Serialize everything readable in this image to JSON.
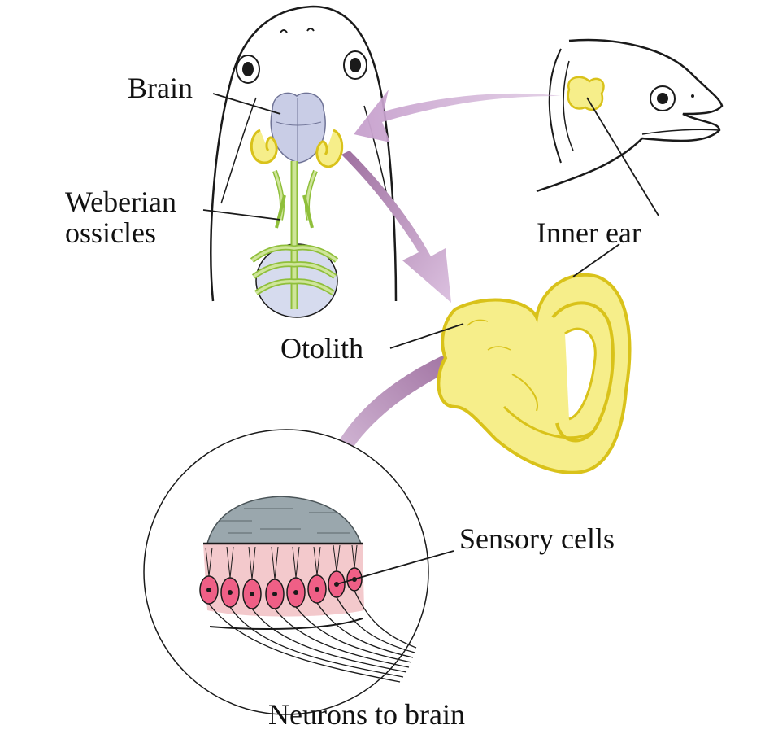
{
  "labels": {
    "brain": "Brain",
    "weberian_line1": "Weberian",
    "weberian_line2": "ossicles",
    "inner_ear": "Inner ear",
    "otolith": "Otolith",
    "sensory_cells": "Sensory cells",
    "neurons": "Neurons to brain"
  },
  "colors": {
    "outline": "#1a1a1a",
    "arrow": "#b58fbc",
    "inner_ear_fill": "#f6ee8a",
    "inner_ear_stroke": "#d9c21a",
    "brain_fill": "#c9cde6",
    "ossicle_fill": "#cfe59a",
    "ossicle_stroke": "#8fbf3a",
    "membrane_fill": "#9aa7ad",
    "cell_layer_fill": "#f3c9cc",
    "cell_fill": "#ef5f86"
  }
}
